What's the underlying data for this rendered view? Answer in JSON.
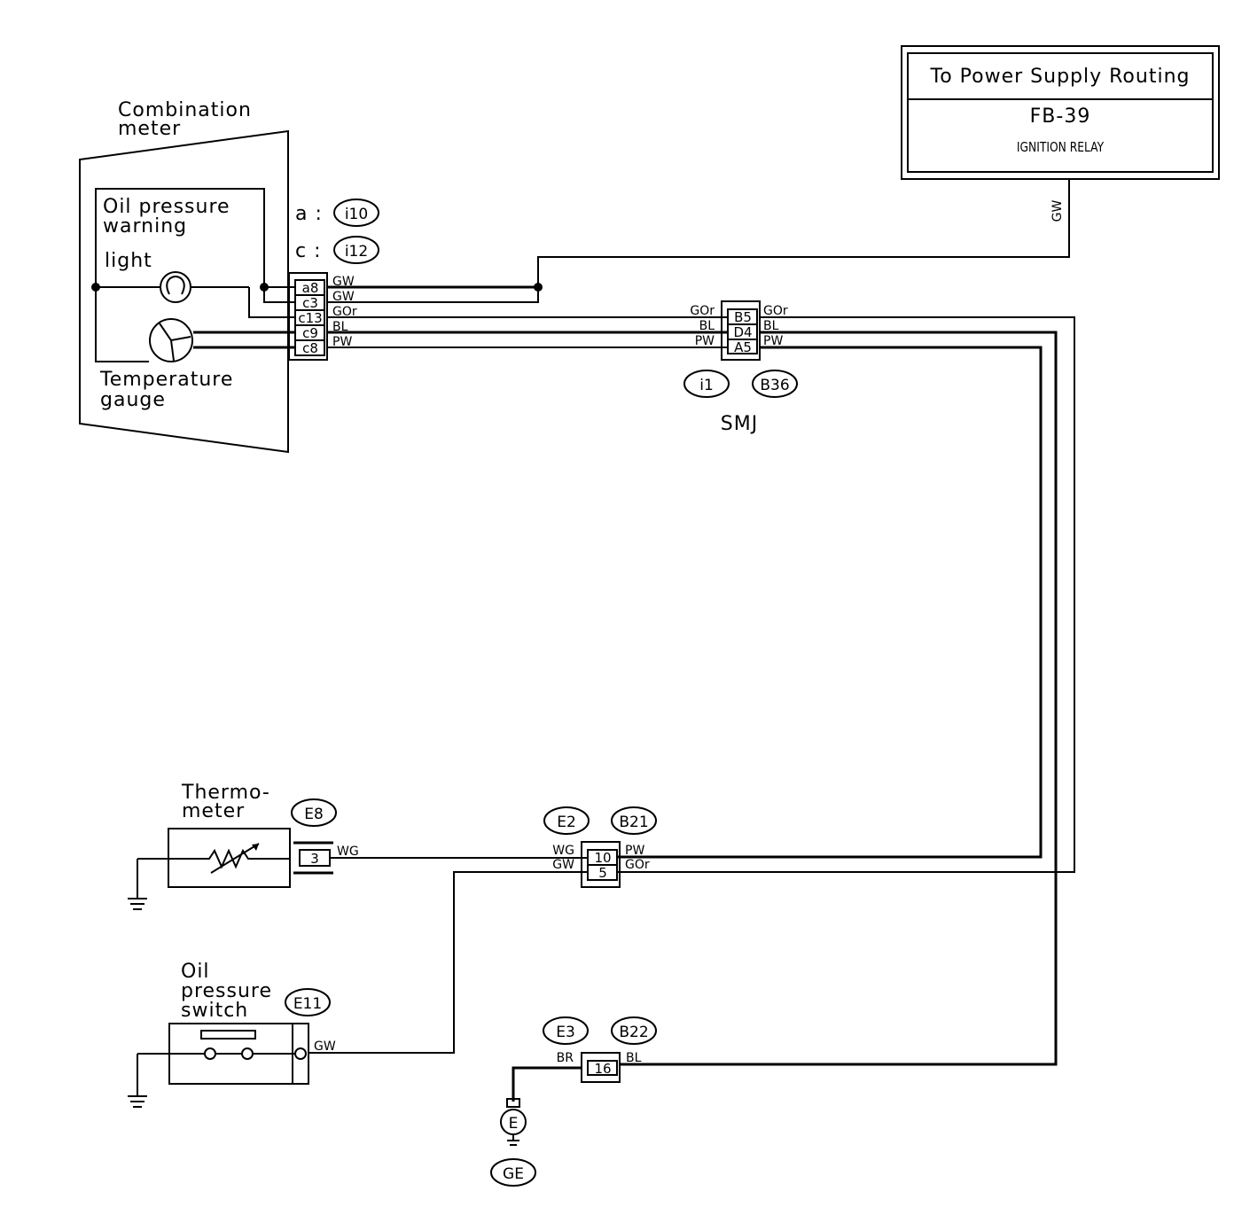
{
  "power_box": {
    "title": "To Power Supply Routing",
    "ref": "FB-39",
    "name": "IGNITION RELAY"
  },
  "meter": {
    "title_1": "Combination",
    "title_2": "meter",
    "oil_1": "Oil pressure",
    "oil_2": "warning",
    "oil_3": "light",
    "temp_1": "Temperature",
    "temp_2": "gauge",
    "conn_a_key": "a :",
    "conn_a": "i10",
    "conn_c_key": "c :",
    "conn_c": "i12",
    "pins": [
      "a8",
      "c3",
      "c13",
      "c9",
      "c8"
    ],
    "wires": [
      "GW",
      "GW",
      "GOr",
      "BL",
      "PW"
    ]
  },
  "top_wire": "GW",
  "smj": {
    "name": "SMJ",
    "conn_1": "i1",
    "conn_2": "B36",
    "pins": [
      "B5",
      "D4",
      "A5"
    ],
    "wires_left": [
      "GOr",
      "BL",
      "PW"
    ],
    "wires_right": [
      "GOr",
      "BL",
      "PW"
    ]
  },
  "thermometer": {
    "title_1": "Thermo-",
    "title_2": "meter",
    "conn": "E8",
    "pin": "3",
    "wire": "WG"
  },
  "joint": {
    "conn_1": "E2",
    "conn_2": "B21",
    "pins": [
      "10",
      "5"
    ],
    "wires_left": [
      "WG",
      "GW"
    ],
    "wires_right": [
      "PW",
      "GOr"
    ]
  },
  "oil_switch": {
    "title_1": "Oil",
    "title_2": "pressure",
    "title_3": "switch",
    "conn": "E11",
    "wire": "GW"
  },
  "ground_joint": {
    "conn_1": "E3",
    "conn_2": "B22",
    "pin": "16",
    "wire_left": "BR",
    "wire_right": "BL",
    "ground_symbol": "E",
    "ground_label": "GE"
  },
  "icons": [
    "ground-icon",
    "bulb-icon",
    "gauge-icon",
    "thermistor-icon",
    "switch-icon"
  ]
}
